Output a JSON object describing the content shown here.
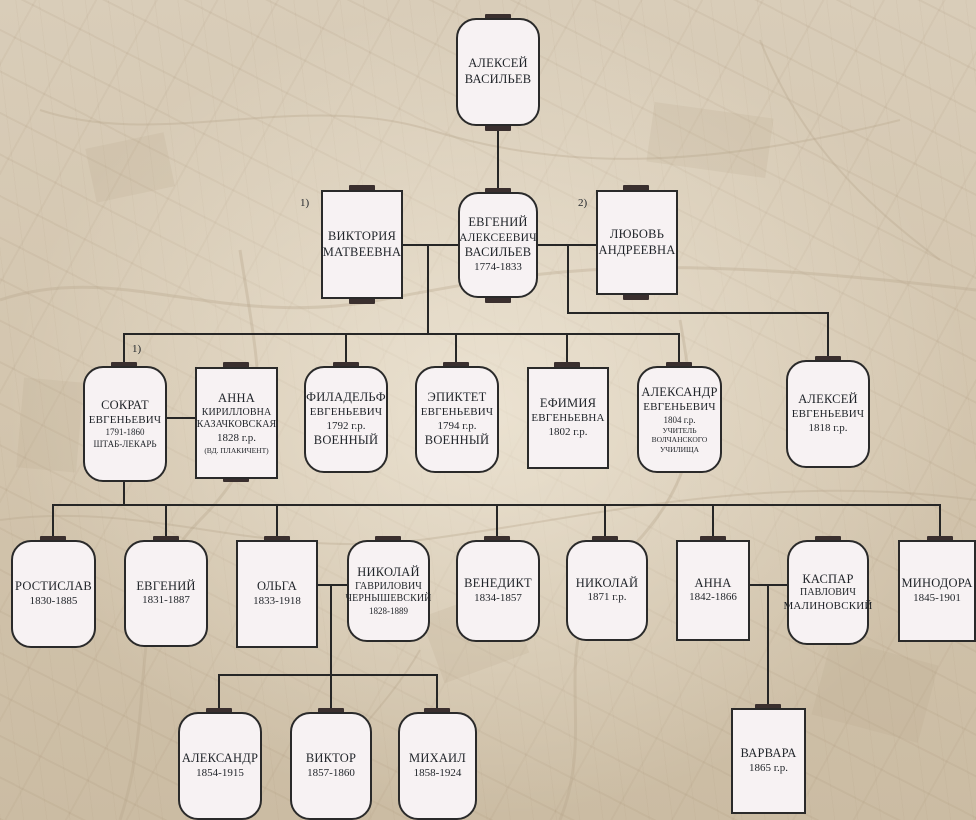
{
  "nodes": {
    "aleksey_vasilyev": {
      "name": "АЛЕКСЕЙ",
      "surname": "ВАСИЛЬЕВ"
    },
    "viktoria": {
      "name": "ВИКТОРИЯ",
      "patronymic": "МАТВЕЕВНА"
    },
    "evgeny": {
      "name": "ЕВГЕНИЙ",
      "patronymic": "АЛЕКСЕЕВИЧ",
      "surname": "ВАСИЛЬЕВ",
      "dates": "1774-1833"
    },
    "lyubov": {
      "name": "ЛЮБОВЬ",
      "patronymic": "АНДРЕЕВНА"
    },
    "sokrat": {
      "name": "СОКРАТ",
      "patronymic": "ЕВГЕНЬЕВИЧ",
      "dates": "1791-1860",
      "note": "ШТАБ-ЛЕКАРЬ"
    },
    "anna_k": {
      "name": "АННА",
      "patronymic": "КИРИЛЛОВНА",
      "surname": "КАЗАЧКОВСКАЯ",
      "dates": "1828 г.р.",
      "note": "(ВД. ПЛАКИЧЕНТ)"
    },
    "filadelf": {
      "name": "ФИЛАДЕЛЬФ",
      "patronymic": "ЕВГЕНЬЕВИЧ",
      "dates": "1792 г.р.",
      "note": "ВОЕННЫЙ"
    },
    "epiktet": {
      "name": "ЭПИКТЕТ",
      "patronymic": "ЕВГЕНЬЕВИЧ",
      "dates": "1794 г.р.",
      "note": "ВОЕННЫЙ"
    },
    "efimia": {
      "name": "ЕФИМИЯ",
      "patronymic": "ЕВГЕНЬЕВНА",
      "dates": "1802 г.р."
    },
    "aleksandr_e": {
      "name": "АЛЕКСАНДР",
      "patronymic": "ЕВГЕНЬЕВИЧ",
      "dates": "1804 г.р.",
      "note_1": "УЧИТЕЛЬ",
      "note_2": "ВОЛЧАНСКОГО",
      "note_3": "УЧИЛИЩА"
    },
    "aleksey_e": {
      "name": "АЛЕКСЕЙ",
      "patronymic": "ЕВГЕНЬЕВИЧ",
      "dates": "1818 г.р."
    },
    "rostislav": {
      "name": "РОСТИСЛАВ",
      "dates": "1830-1885"
    },
    "evgeny_s": {
      "name": "ЕВГЕНИЙ",
      "dates": "1831-1887"
    },
    "olga": {
      "name": "ОЛЬГА",
      "dates": "1833-1918"
    },
    "nikolay_ch": {
      "name": "НИКОЛАЙ",
      "patronymic": "ГАВРИЛОВИЧ",
      "surname": "ЧЕРНЫШЕВСКИЙ",
      "dates": "1828-1889"
    },
    "benedikt": {
      "name": "ВЕНЕДИКТ",
      "dates": "1834-1857"
    },
    "nikolay_s": {
      "name": "НИКОЛАЙ",
      "dates": "1871 г.р."
    },
    "anna_s": {
      "name": "АННА",
      "dates": "1842-1866"
    },
    "kaspar": {
      "name": "КАСПАР",
      "patronymic": "ПАВЛОВИЧ",
      "surname": "МАЛИНОВСКИЙ"
    },
    "minodora": {
      "name": "МИНОДОРА",
      "dates": "1845-1901"
    },
    "aleksandr_ch": {
      "name": "АЛЕКСАНДР",
      "dates": "1854-1915"
    },
    "viktor": {
      "name": "ВИКТОР",
      "dates": "1857-1860"
    },
    "mikhail": {
      "name": "МИХАИЛ",
      "dates": "1858-1924"
    },
    "varvara": {
      "name": "ВАРВАРА",
      "dates": "1865 г.р."
    }
  },
  "marks": {
    "first_marriage": "1)",
    "second_marriage": "2)",
    "sokrat_marriage": "1)"
  },
  "colors": {
    "card_fill": "#f7f2f3",
    "card_border": "#2a2a2a",
    "connector": "#262626",
    "tab": "#3a2f2e",
    "background": "#d5c8b2"
  }
}
